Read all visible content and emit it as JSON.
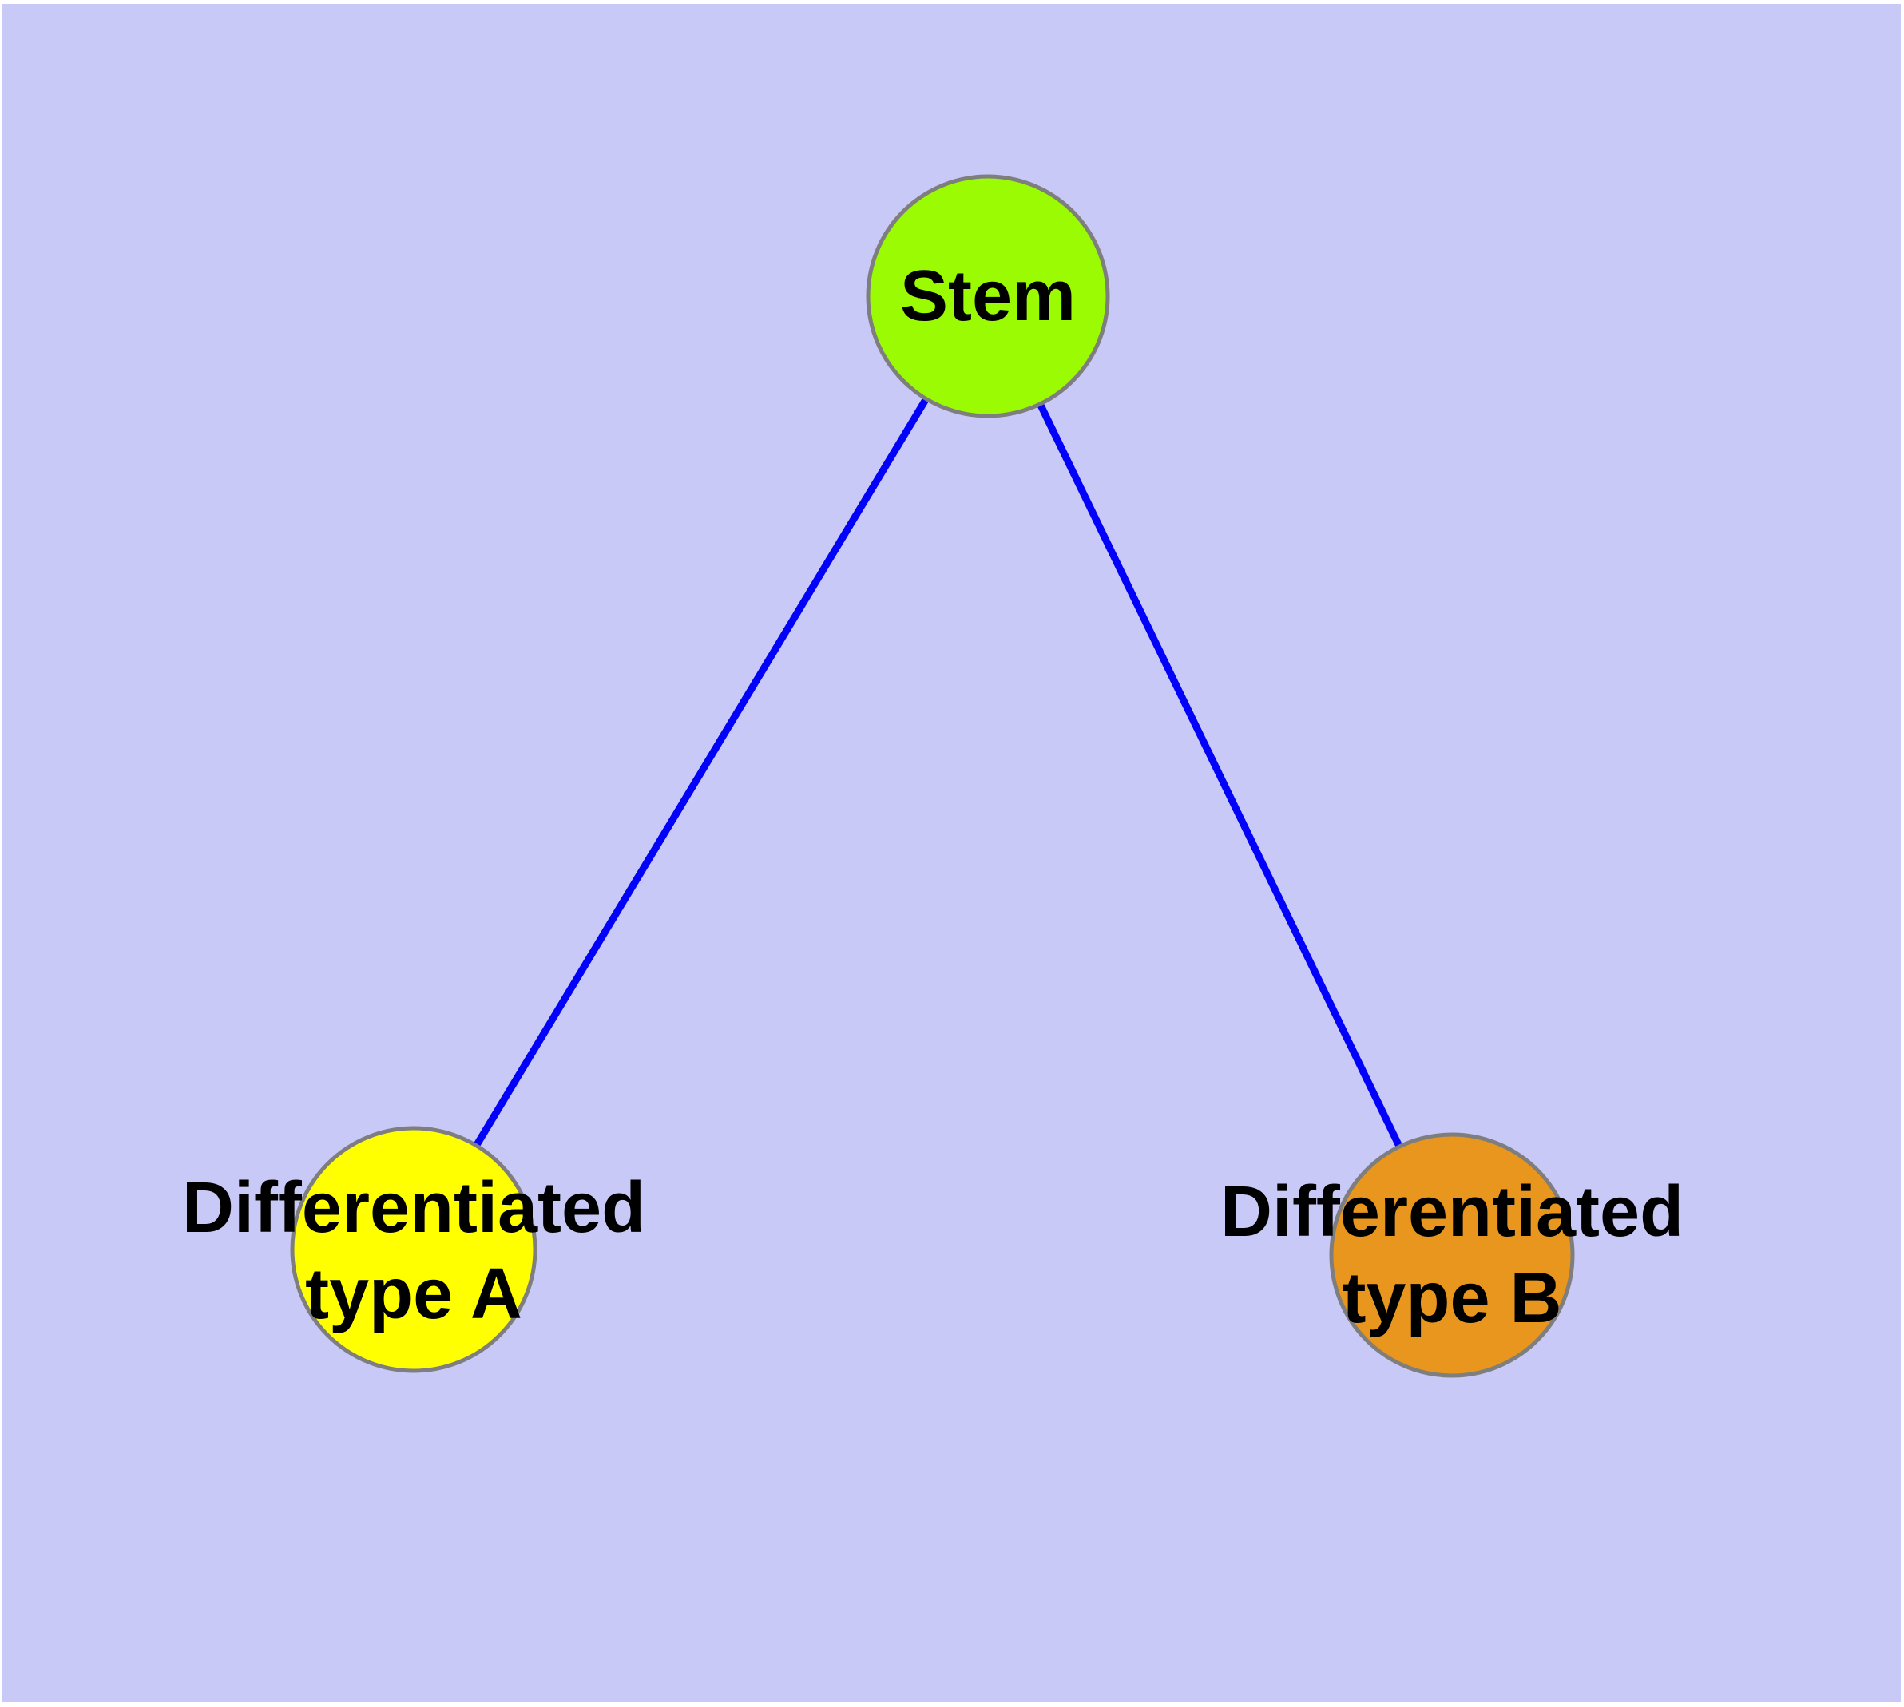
{
  "diagram": {
    "background_color": "#C9C9F7",
    "page_margin_color": "#FFFFFF",
    "edge_color": "#0202FA",
    "node_border_color": "#7E7E7E",
    "text_color": "#000000",
    "nodes": [
      {
        "id": "stem",
        "label": "Stem",
        "fill": "#9AFB02"
      },
      {
        "id": "differentiated-type-a",
        "label_line1": "Differentiated",
        "label_line2": "type A",
        "fill": "#FFFF00"
      },
      {
        "id": "differentiated-type-b",
        "label_line1": "Differentiated",
        "label_line2": "type B",
        "fill": "#E8961E"
      }
    ],
    "edges": [
      {
        "from": "stem",
        "to": "differentiated-type-a"
      },
      {
        "from": "stem",
        "to": "differentiated-type-b"
      }
    ]
  }
}
